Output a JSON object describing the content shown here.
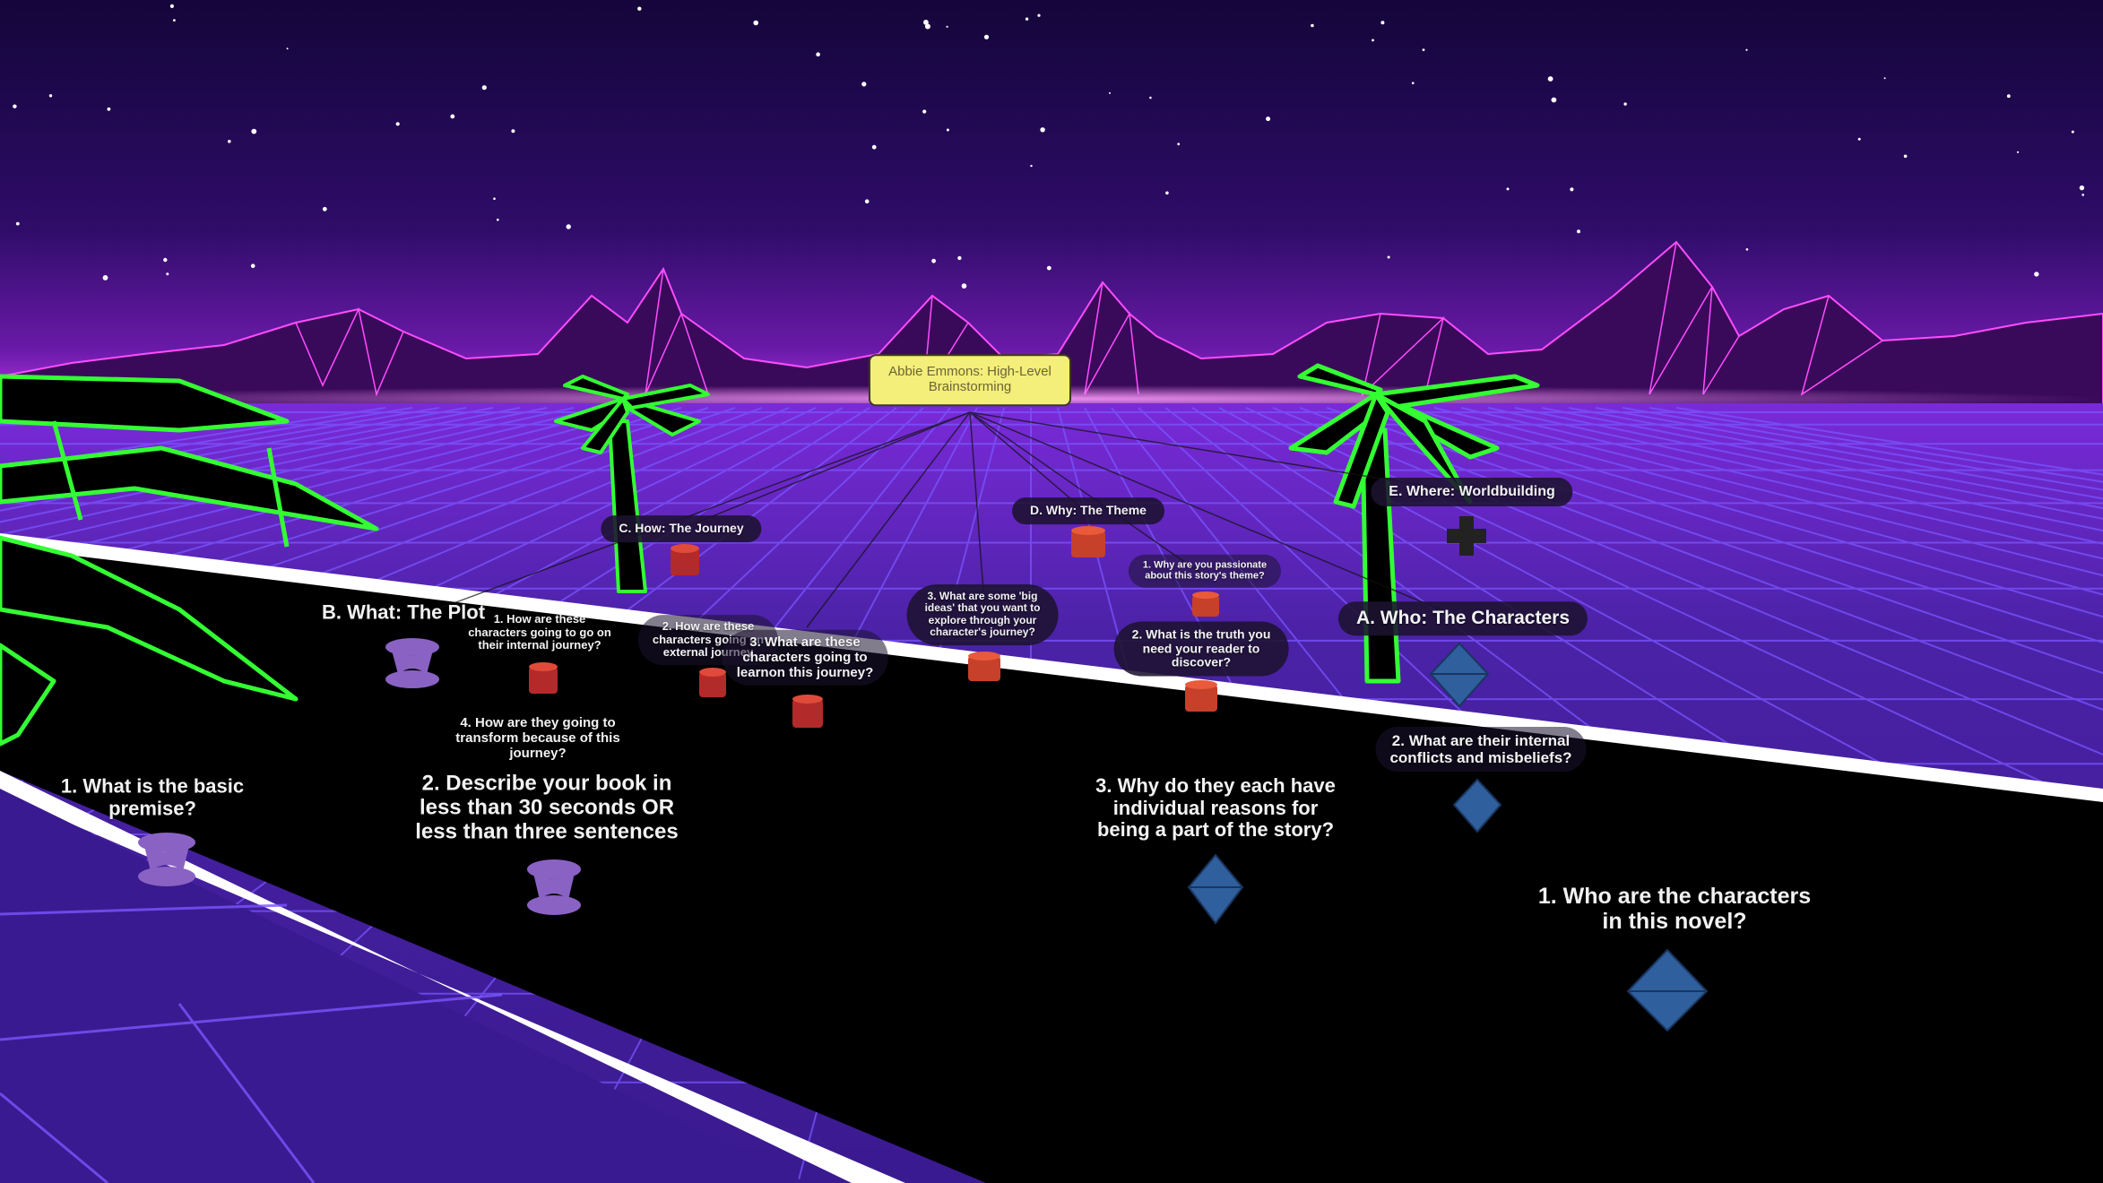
{
  "colors": {
    "sky_top": "#15053a",
    "sky_mid": "#3a0f74",
    "horizon_glow": "#e04bff",
    "mountain_stroke": "#ff52ff",
    "grid_floor": "#3d1d9a",
    "grid_line": "#6a4bff",
    "road": "#000000",
    "road_edge": "#ffffff",
    "palm": "#38ff3c",
    "root_note": "#f4ee7a",
    "node_red": "#c0302a",
    "node_purple": "#8a62c4",
    "node_blue": "#2f5f9c"
  },
  "root": {
    "title": "Abbie Emmons: High-Level\nBrainstorming"
  },
  "branches": {
    "characters": {
      "title": "A. Who: The Characters",
      "icon": "blue-octahedron-icon",
      "questions": [
        "1. Who are the characters\nin this novel?",
        "2. What are their internal\nconflicts and misbeliefs?",
        "3. Why do they each have\nindividual reasons for\nbeing a part of the story?"
      ]
    },
    "plot": {
      "title": "B. What: The Plot",
      "icon": "purple-spool-icon",
      "questions": [
        "1. What is the basic\npremise?",
        "2. Describe your book in\nless than 30 seconds OR\nless than three sentences"
      ]
    },
    "journey": {
      "title": "C. How: The Journey",
      "icon": "red-cylinder-icon",
      "questions": [
        "1. How are these\ncharacters going to go on\ntheir internal journey?",
        "2. How are these\ncharacters going on\nexternal journey",
        "3. What are these\ncharacters going to\nlearnon this journey?",
        "4. How are they going to\ntransform because of this\njourney?"
      ]
    },
    "theme": {
      "title": "D. Why: The Theme",
      "icon": "orange-cylinder-icon",
      "questions": [
        "1. Why are you passionate\nabout this story's theme?",
        "2. What is the truth you\nneed your reader to\ndiscover?",
        "3. What are some 'big\nideas' that you want to\nexplore through your\ncharacter's journey?"
      ]
    },
    "worldbuilding": {
      "title": "E. Where: Worldbuilding",
      "icon": "dark-cross-icon"
    }
  }
}
